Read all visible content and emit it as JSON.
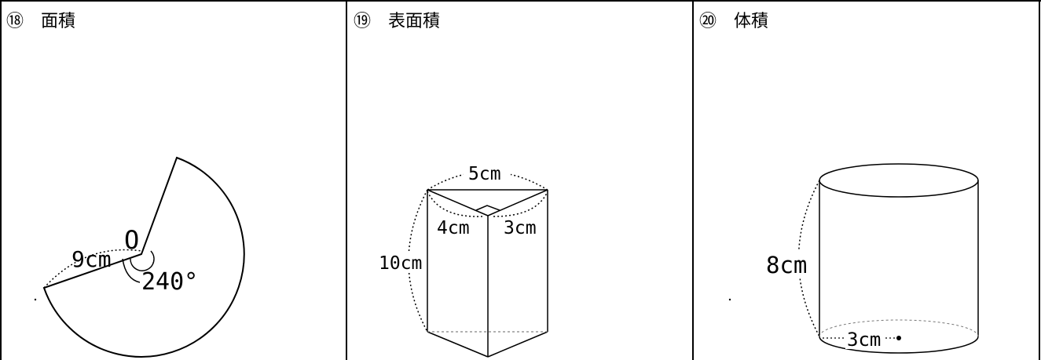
{
  "problems": [
    {
      "number": "⑱",
      "title": "面積",
      "figure": "sector",
      "labels": {
        "radius": "9cm",
        "center": "O",
        "angle": "240°"
      }
    },
    {
      "number": "⑲",
      "title": "表面積",
      "figure": "triangular-prism",
      "labels": {
        "top_edge": "5cm",
        "left_edge": "4cm",
        "right_edge": "3cm",
        "height": "10cm"
      }
    },
    {
      "number": "⑳",
      "title": "体積",
      "figure": "cylinder",
      "labels": {
        "height": "8cm",
        "radius": "3cm"
      }
    }
  ]
}
